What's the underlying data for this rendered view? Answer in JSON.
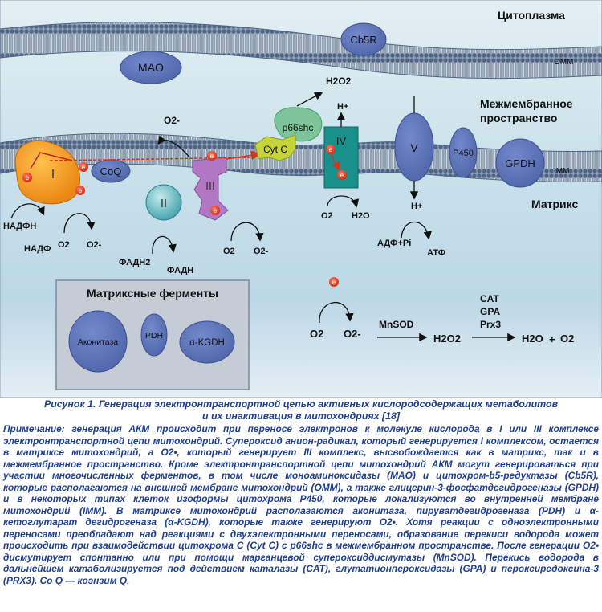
{
  "diagram": {
    "regions": {
      "cytoplasm": "Цитоплазма",
      "intermembrane_line1": "Межмембранное",
      "intermembrane_line2": "пространство",
      "matrix": "Матрикс"
    },
    "membranes": {
      "outer": "OMM",
      "inner": "IMM"
    },
    "omm_enzymes": {
      "mao": "MAO",
      "cb5r": "Cb5R"
    },
    "complexes": {
      "c1": "I",
      "c2": "II",
      "c3": "III",
      "c4": "IV",
      "c5": "V"
    },
    "carriers": {
      "coq": "CoQ",
      "cytc": "Cyt C",
      "p66shc": "p66shc",
      "p450": "P450",
      "gpdh": "GPDH"
    },
    "electron": "e",
    "species": {
      "h2o2_top": "H2O2",
      "h_plus_iv": "H+",
      "h_plus_v": "H+",
      "o2_minus_ims": "O2-",
      "o2_c1": "O2",
      "o2_minus_c1": "O2-",
      "o2_c3": "O2",
      "o2_minus_c3": "O2-",
      "o2_c4": "O2",
      "h2o_c4": "H2O",
      "nadh": "НАДФН",
      "nad": "НАДФ",
      "fadh2": "ФАДН2",
      "fadh": "ФАДН",
      "adp": "АДФ+Pi",
      "atp": "АТФ"
    },
    "matrix_enzymes": {
      "title": "Матриксные ферменты",
      "aconitase": "Аконитаза",
      "pdh": "PDH",
      "akgdh": "α-KGDH"
    },
    "inactivation": {
      "o2": "O2",
      "o2_minus": "O2-",
      "mnsod": "MnSOD",
      "h2o2": "H2O2",
      "cat": "CAT",
      "gpa": "GPA",
      "prx3": "Prx3",
      "h2o": "H2O",
      "plus": "+",
      "o2_final": "O2"
    }
  },
  "caption": {
    "title_line1": "Рисунок 1. Генерация электронтранспортной цепью активных кислородсодержащих метаболитов",
    "title_line2": "и их инактивация в митохондриях [18]",
    "note": "Примечание: генерация АКМ происходит при переносе электронов к молекуле кислорода в I или III комплексе электронтранспортной цепи митохондрий. Супероксид анион-радикал, который генерируется I комплексом, остается в матриксе митохондрий, а O2•, который генерирует III комплекс, высвобождается как в матрикс, так и в межмембранное пространство. Кроме электронтранспортной цепи митохондрий АКМ могут генерироваться при участии многочисленных ферментов, в том числе моноаминоксидазы (MAO) и цитохром-b5-редуктазы (Cb5R), которые располагаются на внешней мембране митохондрий (OMM), а также глицерин-3-фосфатдегидрогеназы (GPDH) и в некоторых типах клеток изоформы цитохрома P450, которые локализуются во внутренней мембране митохондрий (IMM). В матриксе митохондрий располагаются аконитаза, пируватдегидрогеназа (PDH) и α-кетоглутарат дегидрогеназа (α-KGDH), которые также генерируют O2•. Хотя реакции с одноэлектронными переносами преобладают над реакциями с двухэлектронными переносами, образование перекиси водорода может происходить при взаимодействии цитохрома C (Cyt C) с p66shc в межмембранном пространстве. После генерации O2• дисмутирует спонтанно или при помощи марганцевой супероксиддисмутазы (MnSOD). Перекись водорода в дальнейшем катаболизируется под действием каталазы (CAT), глутатионпероксидазы (GPA) и пероксиредоксина-3 (PRX3). Co Q — коэнзим Q."
  },
  "colors": {
    "enzyme_blue": "#5b73b8",
    "complex1": "#f39a1e",
    "complex3": "#b277c2",
    "complex4": "#19908c",
    "cytc": "#c6d33a",
    "p66shc": "#7ec49b",
    "electron": "#e8331d",
    "caption_text": "#1f3f8f"
  }
}
